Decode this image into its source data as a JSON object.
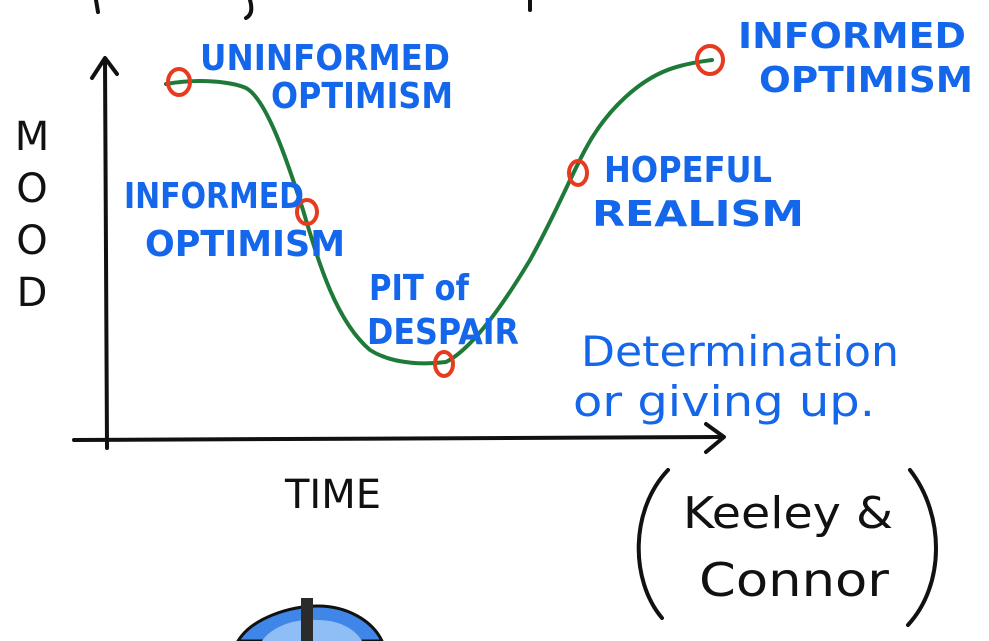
{
  "diagram": {
    "axis": {
      "y_label": "MOOD",
      "x_label": "TIME"
    },
    "stages": [
      {
        "label_line1": "UNINFORMED",
        "label_line2": "OPTIMISM"
      },
      {
        "label_line1": "INFORMED",
        "label_line2": "OPTIMISM"
      },
      {
        "label_line1": "PIT of",
        "label_line2": "DESPAIR"
      },
      {
        "label_line1": "HOPEFUL",
        "label_line2": "REALISM"
      },
      {
        "label_line1": "INFORMED",
        "label_line2": "OPTIMISM"
      }
    ],
    "note_line1": "Determination",
    "note_line2": "or giving up.",
    "attribution_line1": "Keeley &",
    "attribution_line2": "Connor",
    "colors": {
      "curve": "#1f7a3a",
      "marker": "#e63b1f",
      "label_text": "#1466ea",
      "ink": "#111111"
    }
  }
}
